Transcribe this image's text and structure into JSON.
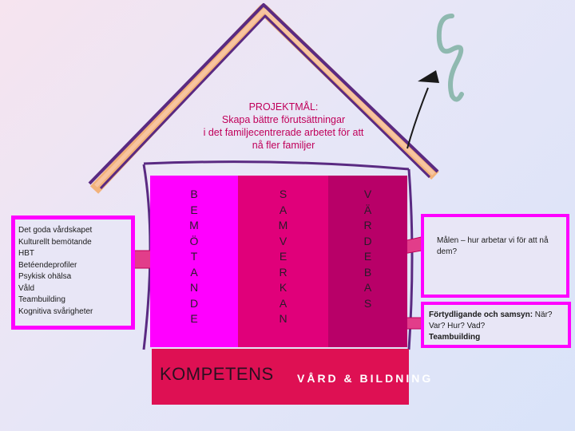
{
  "goal": {
    "lines": [
      "PROJEKTMÅL:",
      "Skapa bättre förutsättningar",
      "i det familjecentrerade arbetet för att",
      "nå fler familjer"
    ]
  },
  "columns": [
    {
      "letters": [
        "B",
        "E",
        "M",
        "Ö",
        "T",
        "A",
        "N",
        "D",
        "E"
      ]
    },
    {
      "letters": [
        "S",
        "A",
        "M",
        "V",
        "E",
        "R",
        "K",
        "A",
        "N"
      ]
    },
    {
      "letters": [
        "V",
        "Ä",
        "R",
        "D",
        "E",
        "B",
        "A",
        "S"
      ]
    }
  ],
  "base": {
    "title": "KOMPETENS",
    "slogan": "VÅRD & BILDNING"
  },
  "left_box": {
    "items": [
      "Det goda vårdskapet",
      "Kulturellt bemötande",
      "HBT",
      "Betéendeprofiler",
      "Psykisk ohälsa",
      "Våld",
      "Teambuilding",
      "Kognitiva svårigheter"
    ]
  },
  "right_box_1": {
    "text": "Målen – hur arbetar vi för att nå dem?"
  },
  "right_box_2": {
    "bold_lead": "Förtydligande och samsyn:",
    "rest": " När? Var? Hur? Vad?",
    "bold_tail": "Teambuilding"
  },
  "colors": {
    "pink": "#ff00ff",
    "magenta": "#e0007a",
    "dark_magenta": "#b80068",
    "base_red": "#de1053",
    "roof": "#5a2a82",
    "swirl": "#8fb9b0",
    "arrow": "#e23d8a"
  }
}
